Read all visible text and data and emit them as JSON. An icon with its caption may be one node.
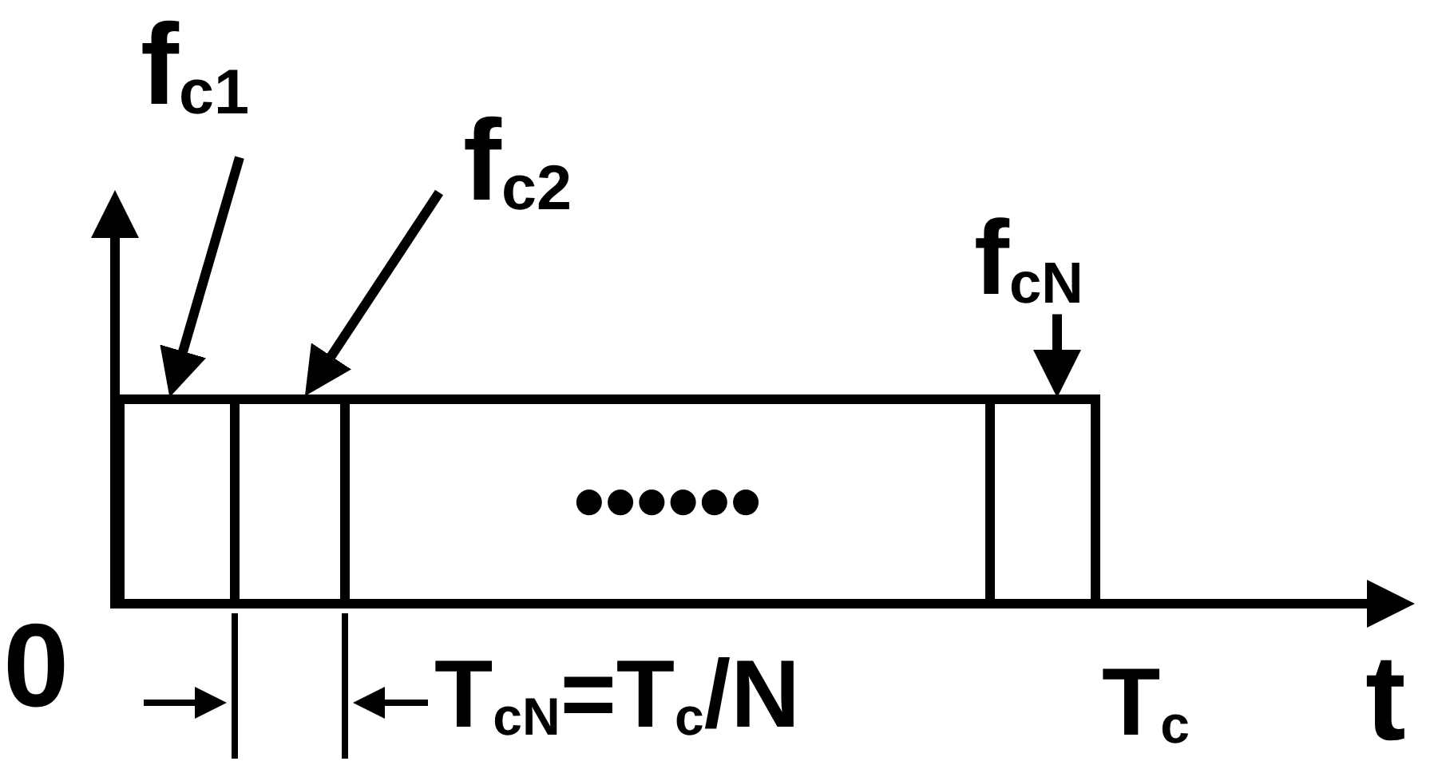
{
  "diagram": {
    "nodes": [
      {
        "text": [
          "f$_{c1}$"
        ]
      },
      {
        "text": [
          "f$_{c2}$"
        ]
      },
      {
        "text": [
          "f$_{cN}$"
        ]
      },
      {
        "text": [],
        "shape": "box"
      },
      {
        "text": [],
        "shape": "box"
      },
      {
        "text": [
          "••••••"
        ]
      },
      {
        "text": [],
        "shape": "box"
      }
    ],
    "edges": [
      {
        "from": 0,
        "to": 3,
        "arrow": "to"
      },
      {
        "from": 1,
        "to": 4,
        "arrow": "to"
      },
      {
        "from": 2,
        "to": 6,
        "arrow": "to"
      }
    ],
    "labels": [
      "0",
      "T$_{cN}$=T$_{c}$/N",
      "T$_{c}$",
      "t"
    ]
  }
}
